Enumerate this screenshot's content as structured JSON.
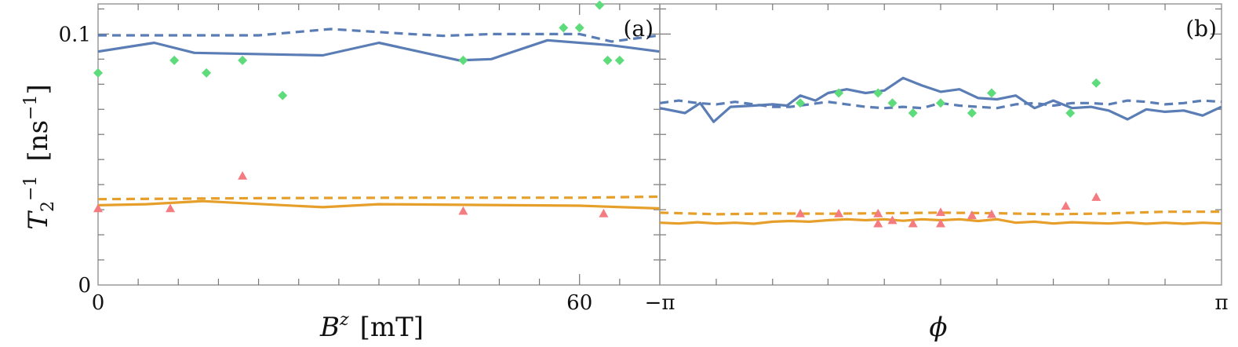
{
  "chart_data": [
    {
      "panel": "(a)",
      "type": "line",
      "xlabel": "B^z [mT]",
      "ylabel": "T_2^{-1} [ns^{-1}]",
      "xlim": [
        0,
        70
      ],
      "ylim": [
        0,
        0.112
      ],
      "x_tick_labels": [
        {
          "value": 0,
          "label": "0"
        },
        {
          "value": 60,
          "label": "60"
        }
      ],
      "y_tick_labels": [
        {
          "value": 0,
          "label": "0"
        },
        {
          "value": 0.1,
          "label": "0.1"
        }
      ],
      "x_minor_ticks": [
        5,
        10,
        15,
        20,
        25,
        30,
        35,
        40,
        45,
        50,
        55,
        60,
        65
      ],
      "y_minor_ticks": [
        0.01,
        0.02,
        0.03,
        0.04,
        0.05,
        0.06,
        0.07,
        0.08,
        0.09,
        0.1,
        0.11
      ],
      "grid": false,
      "series": [
        {
          "style": "dashed",
          "color": "#5B7DB5",
          "x": [
            0,
            10,
            20,
            29,
            39,
            43,
            49,
            57,
            60,
            64,
            70
          ],
          "y": [
            0.0995,
            0.0995,
            0.0995,
            0.102,
            0.1,
            0.0993,
            0.1,
            0.1,
            0.1,
            0.097,
            0.0995
          ]
        },
        {
          "style": "solid",
          "color": "#5B7DB5",
          "x": [
            0,
            7,
            12,
            28,
            35,
            45,
            49,
            56,
            64,
            70
          ],
          "y": [
            0.093,
            0.0965,
            0.0925,
            0.0915,
            0.0965,
            0.0895,
            0.09,
            0.0975,
            0.0955,
            0.093
          ]
        },
        {
          "style": "dashed",
          "color": "#E69F2A",
          "x": [
            0,
            20,
            40,
            60,
            70
          ],
          "y": [
            0.0342,
            0.0346,
            0.0348,
            0.0348,
            0.0352
          ]
        },
        {
          "style": "solid",
          "color": "#E69F2A",
          "x": [
            0,
            6,
            13,
            28,
            35,
            60,
            70
          ],
          "y": [
            0.0318,
            0.0322,
            0.0334,
            0.031,
            0.0322,
            0.0316,
            0.0305
          ]
        },
        {
          "style": "points",
          "marker": "diamond",
          "color": "#5EDB7A",
          "x": [
            0,
            9.5,
            13.5,
            18,
            23,
            45.5,
            58,
            60,
            62.5,
            63.5,
            65
          ],
          "y": [
            0.0845,
            0.0895,
            0.0845,
            0.0895,
            0.0755,
            0.0895,
            0.1025,
            0.1025,
            0.1115,
            0.0895,
            0.0895
          ]
        },
        {
          "style": "points",
          "marker": "triangle",
          "color": "#F47C80",
          "x": [
            0,
            9,
            18,
            45.5,
            63
          ],
          "y": [
            0.0305,
            0.0305,
            0.0435,
            0.0295,
            0.0285
          ]
        }
      ]
    },
    {
      "panel": "(b)",
      "type": "line",
      "xlabel": "ϕ",
      "ylabel": "",
      "xlim": [
        -3.14159,
        3.14159
      ],
      "ylim": [
        0,
        0.112
      ],
      "x_tick_labels": [
        {
          "value": -3.14159,
          "label": "−π"
        },
        {
          "value": 3.14159,
          "label": "π"
        }
      ],
      "x_minor_ticks": [
        -2.51,
        -1.88,
        -1.26,
        -0.63,
        0,
        0.63,
        1.26,
        1.88,
        2.51
      ],
      "y_minor_ticks": [
        0.01,
        0.02,
        0.03,
        0.04,
        0.05,
        0.06,
        0.07,
        0.08,
        0.09,
        0.1,
        0.11
      ],
      "grid": false,
      "series": [
        {
          "style": "solid",
          "color": "#5B7DB5",
          "x": [
            -3.14,
            -2.86,
            -2.69,
            -2.54,
            -2.35,
            -2.09,
            -1.88,
            -1.72,
            -1.57,
            -1.4,
            -1.26,
            -1.05,
            -0.84,
            -0.63,
            -0.42,
            -0.21,
            0,
            0.21,
            0.42,
            0.63,
            0.84,
            1.05,
            1.26,
            1.47,
            1.68,
            1.88,
            2.09,
            2.3,
            2.51,
            2.72,
            2.93,
            3.14
          ],
          "y": [
            0.0705,
            0.0685,
            0.0725,
            0.065,
            0.071,
            0.0715,
            0.072,
            0.0715,
            0.0755,
            0.0735,
            0.0765,
            0.078,
            0.0765,
            0.0775,
            0.0825,
            0.0795,
            0.077,
            0.078,
            0.0745,
            0.074,
            0.0755,
            0.0705,
            0.0735,
            0.0705,
            0.071,
            0.0695,
            0.066,
            0.07,
            0.069,
            0.0695,
            0.0675,
            0.071
          ]
        },
        {
          "style": "dashed",
          "color": "#5B7DB5",
          "x": [
            -3.14,
            -2.93,
            -2.72,
            -2.51,
            -2.3,
            -2.09,
            -1.88,
            -1.68,
            -1.47,
            -1.26,
            -1.05,
            -0.84,
            -0.63,
            -0.42,
            -0.21,
            0,
            0.21,
            0.42,
            0.63,
            0.84,
            1.05,
            1.26,
            1.47,
            1.68,
            1.88,
            2.09,
            2.3,
            2.51,
            2.72,
            2.93,
            3.14
          ],
          "y": [
            0.0725,
            0.0735,
            0.0725,
            0.072,
            0.073,
            0.072,
            0.071,
            0.071,
            0.072,
            0.073,
            0.072,
            0.071,
            0.0705,
            0.071,
            0.0705,
            0.0725,
            0.0715,
            0.071,
            0.0705,
            0.072,
            0.0725,
            0.0715,
            0.0725,
            0.0725,
            0.072,
            0.0735,
            0.073,
            0.072,
            0.0725,
            0.0735,
            0.073
          ]
        },
        {
          "style": "dashed",
          "color": "#E69F2A",
          "x": [
            -3.14,
            -2.51,
            -1.88,
            -1.26,
            -0.63,
            0,
            0.63,
            1.26,
            1.88,
            2.51,
            3.14
          ],
          "y": [
            0.0288,
            0.0282,
            0.0285,
            0.0284,
            0.0286,
            0.0288,
            0.0286,
            0.0282,
            0.0285,
            0.0292,
            0.0292
          ]
        },
        {
          "style": "solid",
          "color": "#E69F2A",
          "x": [
            -3.14,
            -2.93,
            -2.72,
            -2.51,
            -2.3,
            -2.09,
            -1.88,
            -1.68,
            -1.47,
            -1.26,
            -1.05,
            -0.84,
            -0.63,
            -0.42,
            -0.21,
            0,
            0.21,
            0.42,
            0.63,
            0.84,
            1.05,
            1.26,
            1.47,
            1.68,
            1.88,
            2.09,
            2.3,
            2.51,
            2.72,
            2.93,
            3.14
          ],
          "y": [
            0.0248,
            0.0245,
            0.025,
            0.0245,
            0.0248,
            0.0244,
            0.0252,
            0.0255,
            0.0252,
            0.0258,
            0.0262,
            0.0258,
            0.0262,
            0.0256,
            0.0262,
            0.0258,
            0.0262,
            0.0255,
            0.0262,
            0.0248,
            0.0252,
            0.0245,
            0.025,
            0.0247,
            0.0245,
            0.0249,
            0.0244,
            0.0248,
            0.0244,
            0.0248,
            0.0245
          ]
        },
        {
          "style": "points",
          "marker": "diamond",
          "color": "#5EDB7A",
          "x": [
            -1.57,
            -1.14,
            -0.7,
            -0.54,
            -0.31,
            0,
            0.35,
            0.57,
            1.45,
            1.74
          ],
          "y": [
            0.0725,
            0.0765,
            0.0765,
            0.0725,
            0.0685,
            0.0725,
            0.0685,
            0.0765,
            0.0685,
            0.0805
          ]
        },
        {
          "style": "points",
          "marker": "triangle",
          "color": "#F47C80",
          "x": [
            -1.57,
            -1.14,
            -0.7,
            -0.7,
            -0.54,
            -0.31,
            0,
            0,
            0.35,
            0.57,
            1.4,
            1.74
          ],
          "y": [
            0.0285,
            0.0285,
            0.0285,
            0.0245,
            0.0258,
            0.0245,
            0.029,
            0.0245,
            0.0278,
            0.0282,
            0.0315,
            0.035
          ]
        }
      ]
    }
  ]
}
